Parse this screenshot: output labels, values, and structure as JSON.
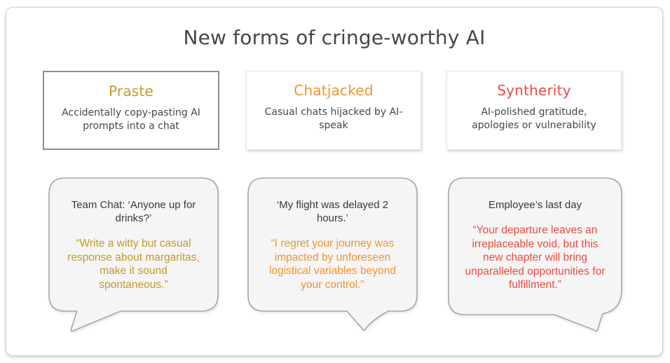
{
  "slide": {
    "title": "New forms of cringe-worthy AI",
    "title_color": "#43474d",
    "background": "#ffffff",
    "bubble_fill": "#f5f5f6",
    "bubble_stroke": "#a6a6a6"
  },
  "columns": [
    {
      "id": "praste",
      "title": "Praste",
      "color": "#c49a2b",
      "description": "Accidentally copy-pasting AI prompts into a chat",
      "bubble": {
        "context": "Team Chat: ‘Anyone up for drinks?’",
        "quote": "“Write a witty but casual response about margaritas, make it sound spontaneous.”"
      }
    },
    {
      "id": "chatjacked",
      "title": "Chatjacked",
      "color": "#f2932c",
      "description": "Casual chats hijacked by AI-speak",
      "bubble": {
        "context": "‘My flight was delayed 2 hours.’",
        "quote": "“I regret your journey was impacted by unforeseen logistical variables beyond your control.”"
      }
    },
    {
      "id": "syntherity",
      "title": "Syntherity",
      "color": "#ea4b42",
      "description": "AI-polished gratitude, apologies or vulnerability",
      "bubble": {
        "context": "Employee’s last day",
        "quote": "“Your departure leaves an irreplaceable void, but this new chapter will bring unparalleled opportunities for fulfillment.”"
      }
    }
  ]
}
